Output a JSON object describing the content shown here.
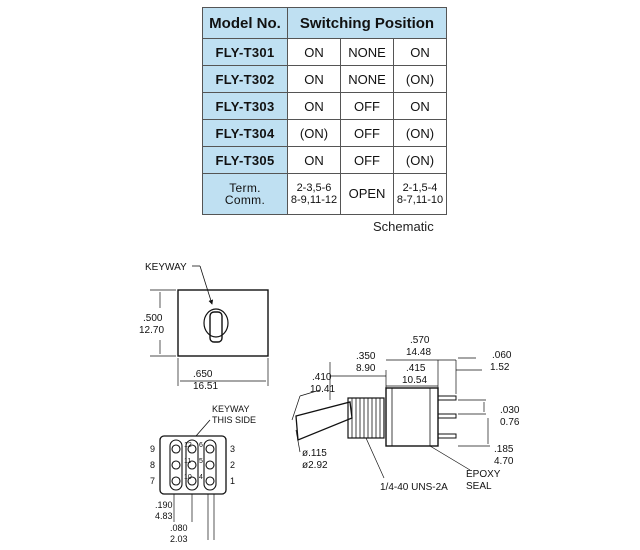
{
  "table": {
    "header_model": "Model No.",
    "header_position": "Switching Position",
    "rows": [
      {
        "model": "FLY-T301",
        "p1": "ON",
        "p2": "NONE",
        "p3": "ON"
      },
      {
        "model": "FLY-T302",
        "p1": "ON",
        "p2": "NONE",
        "p3": "(ON)"
      },
      {
        "model": "FLY-T303",
        "p1": "ON",
        "p2": "OFF",
        "p3": "ON"
      },
      {
        "model": "FLY-T304",
        "p1": "(ON)",
        "p2": "OFF",
        "p3": "(ON)"
      },
      {
        "model": "FLY-T305",
        "p1": "ON",
        "p2": "OFF",
        "p3": "(ON)"
      }
    ],
    "term_row": {
      "label_line1": "Term.",
      "label_line2": "Comm.",
      "p1_line1": "2-3,5-6",
      "p1_line2": "8-9,11-12",
      "p2": "OPEN",
      "p3_line1": "2-1,5-4",
      "p3_line2": "8-7,11-10"
    },
    "colors": {
      "header_fill": "#bfe0f2",
      "border": "#555555"
    }
  },
  "schematic_label": "Schematic",
  "drawing": {
    "keyway": "KEYWAY",
    "height_in": ".500",
    "height_mm": "12.70",
    "width_in": ".650",
    "width_mm": "16.51",
    "keyway_this_side_1": "KEYWAY",
    "keyway_this_side_2": "THIS SIDE",
    "pin_numbers_left": [
      "9",
      "8",
      "7"
    ],
    "pin_numbers_right": [
      "3",
      "2",
      "1"
    ],
    "pin_grid_inner": [
      "12",
      "6",
      "11",
      "5",
      "10",
      "4"
    ],
    "pitch_in": ".190",
    "pitch_mm": "4.83",
    "pin_w_in": ".080",
    "pin_w_mm": "2.03",
    "total_len_in": ".570",
    "total_len_mm": "14.48",
    "bushing_in": ".350",
    "bushing_mm": "8.90",
    "body_in": ".415",
    "body_mm": "10.54",
    "lever_in": ".410",
    "lever_mm": "10.41",
    "term_in": ".060",
    "term_mm": "1.52",
    "term_gap_in": ".030",
    "term_gap_mm": "0.76",
    "term_len_in": ".185",
    "term_len_mm": "4.70",
    "lever_dia_in": "ø.115",
    "lever_dia_mm": "ø2.92",
    "thread": "1/4-40 UNS-2A",
    "epoxy_1": "EPOXY",
    "epoxy_2": "SEAL"
  }
}
